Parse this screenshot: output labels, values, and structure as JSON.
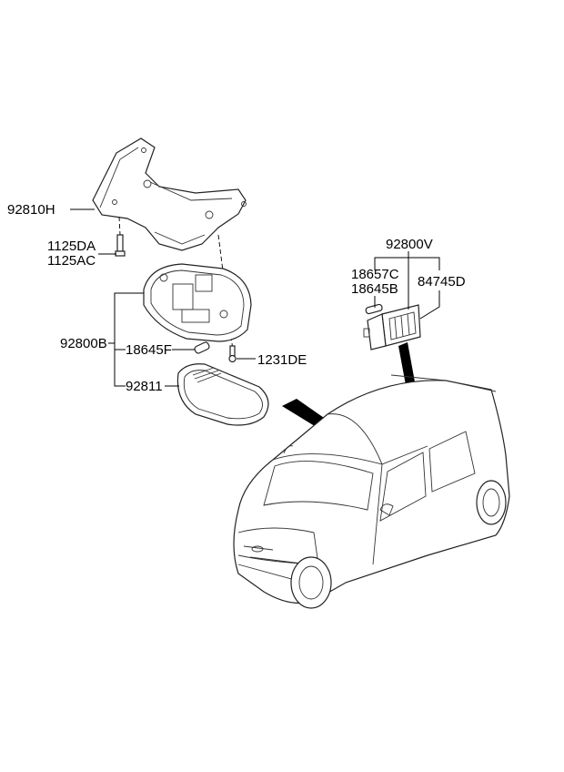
{
  "diagram": {
    "title": "Room lamp / luggage lamp parts diagram",
    "parts": {
      "bracket": "92810H",
      "bolt_a": "1125DA",
      "bolt_b": "1125AC",
      "room_lamp_assy": "92800B",
      "room_lamp_bulb": "18645F",
      "screw": "1231DE",
      "lens": "92811",
      "luggage_lamp_assy": "92800V",
      "luggage_bulb_a": "18657C",
      "luggage_bulb_b": "18645B",
      "luggage_lens": "84745D"
    }
  }
}
